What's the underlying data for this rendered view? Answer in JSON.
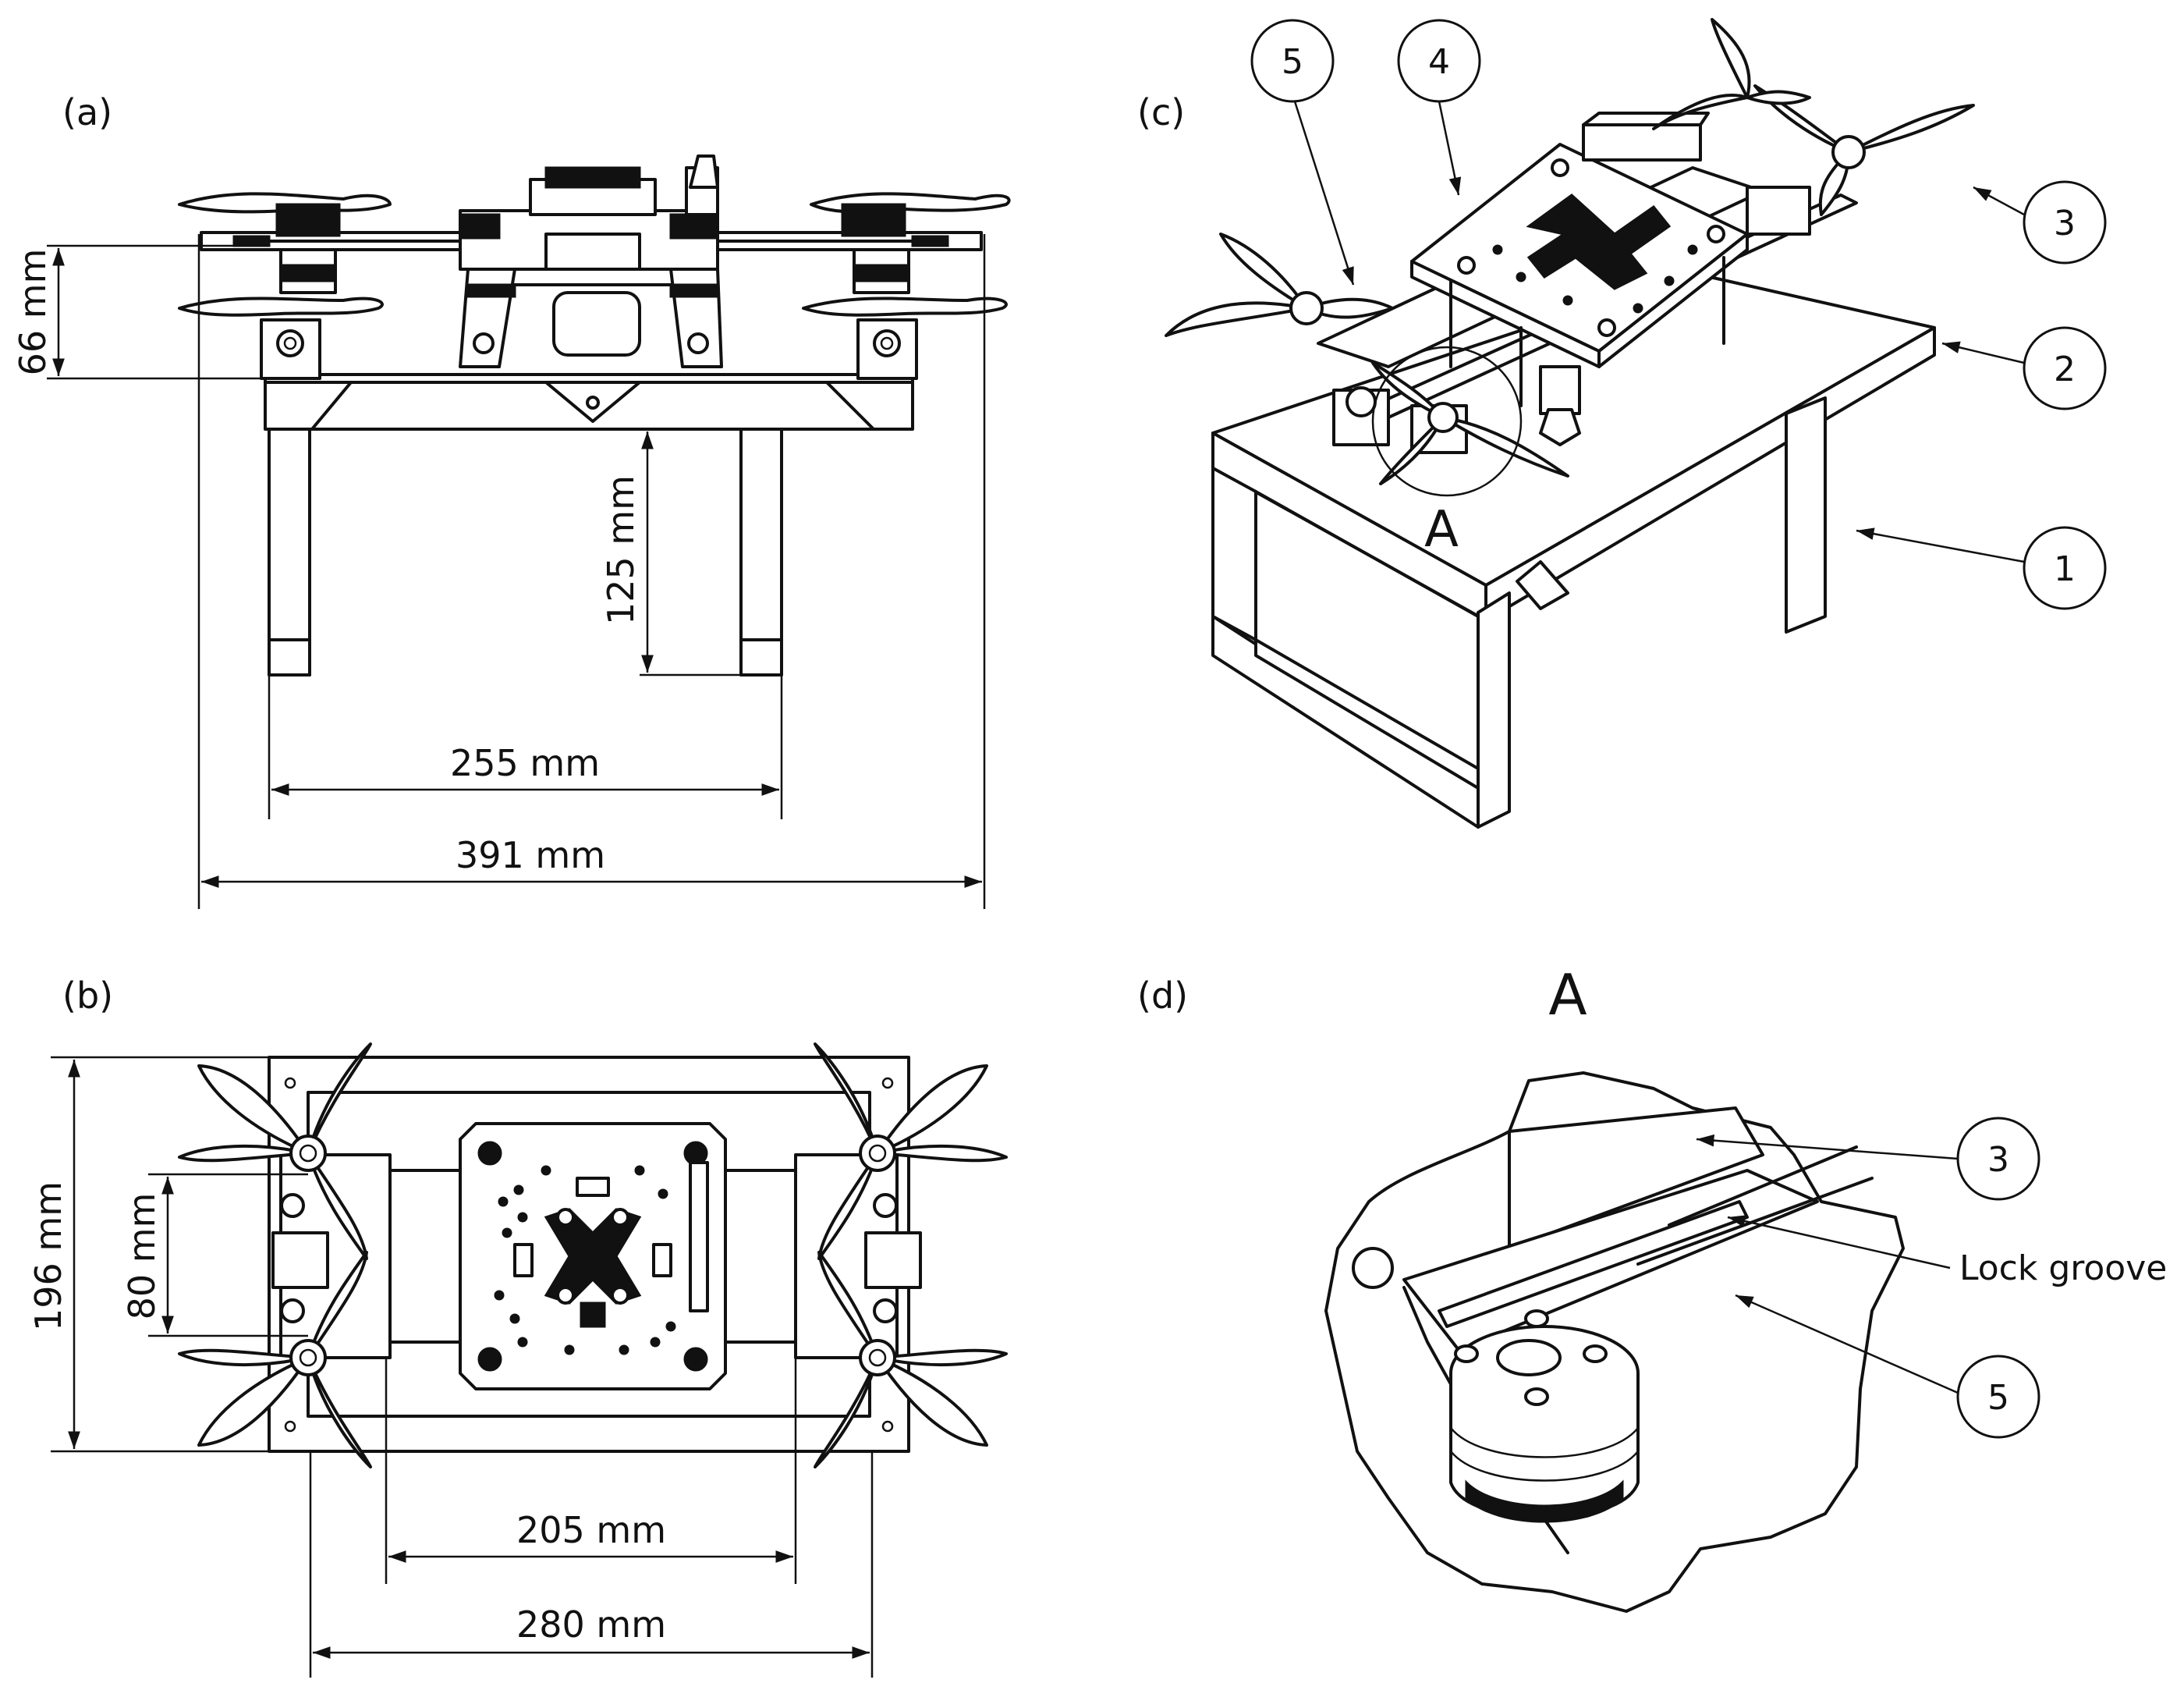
{
  "panels": {
    "a": "(a)",
    "b": "(b)",
    "c": "(c)",
    "d": "(d)"
  },
  "dimensions": {
    "a_height_motor": "66 mm",
    "a_leg_height": "125 mm",
    "a_leg_span": "255 mm",
    "a_total_width": "391 mm",
    "b_total_depth": "196 mm",
    "b_inner_depth": "80 mm",
    "b_inner_width": "205 mm",
    "b_frame_width": "280 mm"
  },
  "callouts": {
    "c_5": "5",
    "c_4": "4",
    "c_3": "3",
    "c_2": "2",
    "c_1": "1",
    "d_3": "3",
    "d_5": "5"
  },
  "detail": {
    "marker": "A",
    "title": "A",
    "lock_groove": "Lock groove"
  },
  "colors": {
    "line": "#111111",
    "background": "#ffffff"
  }
}
